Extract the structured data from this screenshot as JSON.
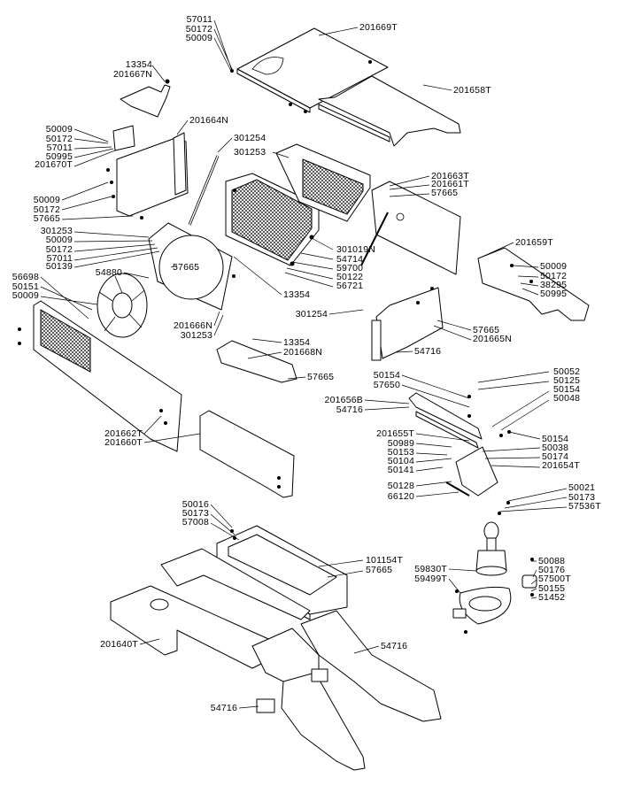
{
  "labels": {
    "l57011a": "57011",
    "l50172a": "50172",
    "l50009a": "50009",
    "l201669T": "201669T",
    "l13354a": "13354",
    "l201667N": "201667N",
    "l201658T": "201658T",
    "l50009b": "50009",
    "l50172b": "50172",
    "l57011b": "57011",
    "l50995a": "50995",
    "l201670T": "201670T",
    "l201664N": "201664N",
    "l301254a": "301254",
    "l301253a": "301253",
    "l50009c": "50009",
    "l50172c": "50172",
    "l57665a": "57665",
    "l201663T": "201663T",
    "l201661T": "201661T",
    "l57665b": "57665",
    "l301253b": "301253",
    "l50009d": "50009",
    "l50172d": "50172",
    "l57011c": "57011",
    "l50139": "50139",
    "l301019N": "301019N",
    "l54714": "54714",
    "l59700": "59700",
    "l50122": "50122",
    "l56721": "56721",
    "l201659T": "201659T",
    "l50009e": "50009",
    "l50172e": "50172",
    "l38295": "38295",
    "l50995b": "50995",
    "l54880": "54880",
    "l57665c": "57665",
    "l56698": "56698",
    "l50151": "50151",
    "l50009f": "50009",
    "l13354b": "13354",
    "l301254b": "301254",
    "l201666N": "201666N",
    "l301253c": "301253",
    "l57665d": "57665",
    "l201665N": "201665N",
    "l54716a": "54716",
    "l13354c": "13354",
    "l201668N": "201668N",
    "l57665e": "57665",
    "l50052": "50052",
    "l50154a": "50154",
    "l50125": "50125",
    "l57650": "57650",
    "l50154b": "50154",
    "l201656B": "201656B",
    "l50048": "50048",
    "l54716b": "54716",
    "l201662T": "201662T",
    "l201660T": "201660T",
    "l201655T": "201655T",
    "l50154c": "50154",
    "l50989": "50989",
    "l50038": "50038",
    "l50153": "50153",
    "l50174": "50174",
    "l50104": "50104",
    "l201654T": "201654T",
    "l50141": "50141",
    "l50128": "50128",
    "l66120": "66120",
    "l50016": "50016",
    "l50173a": "50173",
    "l57008": "57008",
    "l50021": "50021",
    "l50173b": "50173",
    "l57536T": "57536T",
    "l101154T": "101154T",
    "l57665f": "57665",
    "l50088": "50088",
    "l59830T": "59830T",
    "l50176": "50176",
    "l59499T": "59499T",
    "l57500T": "57500T",
    "l50155": "50155",
    "l51452": "51452",
    "l201640T": "201640T",
    "l54716c": "54716",
    "l54716d": "54716"
  }
}
